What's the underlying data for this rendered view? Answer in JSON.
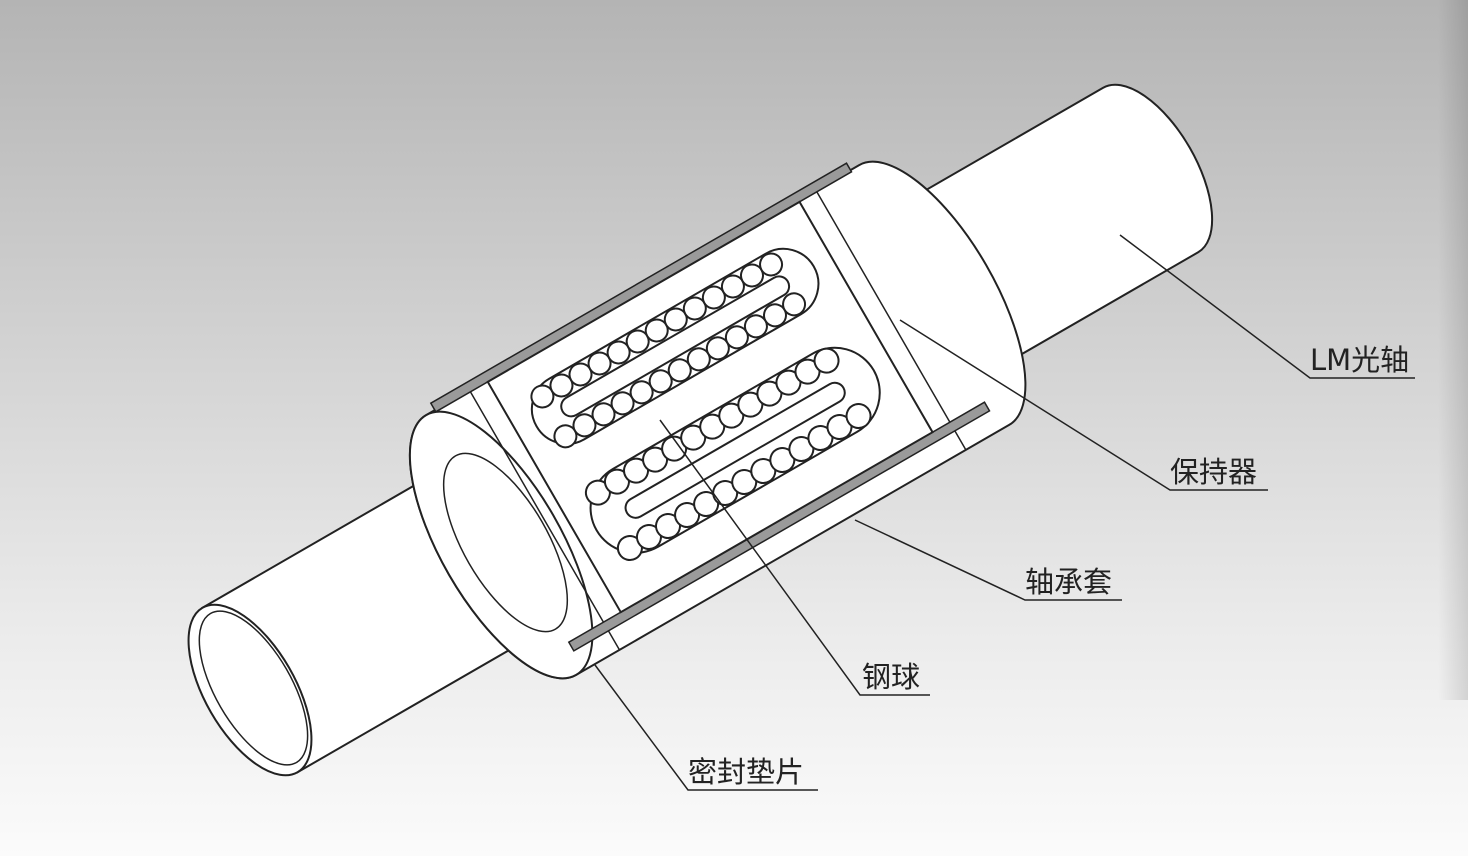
{
  "labels": {
    "shaft": "LM光轴",
    "retainer": "保持器",
    "sleeve": "轴承套",
    "ball": "钢球",
    "seal": "密封垫片"
  },
  "colors": {
    "line": "#222222",
    "part_fill": "#ffffff",
    "slot_fill": "#9a9a9a"
  }
}
